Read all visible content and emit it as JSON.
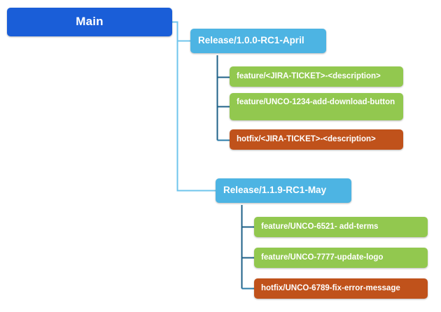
{
  "diagram": {
    "type": "branching-tree",
    "title": "Git branching strategy tree",
    "colors": {
      "root": "#1a5ed8",
      "release": "#4db4e3",
      "feature": "#92c84f",
      "hotfix": "#c0521b",
      "link_light": "#6fc5ec",
      "link_dark": "#1f6288",
      "background": "#ffffff",
      "text": "#ffffff"
    },
    "root": {
      "label": "Main"
    },
    "branches": [
      {
        "label": "Release/1.0.0-RC1-April",
        "children": [
          {
            "label": "feature/<JIRA-TICKET>-<description>",
            "kind": "feature"
          },
          {
            "label": "feature/UNCO-1234-add-download-button",
            "kind": "feature"
          },
          {
            "label": "hotfix/<JIRA-TICKET>-<description>",
            "kind": "hotfix"
          }
        ]
      },
      {
        "label": "Release/1.1.9-RC1-May",
        "children": [
          {
            "label": "feature/UNCO-6521- add-terms",
            "kind": "feature"
          },
          {
            "label": "feature/UNCO-7777-update-logo",
            "kind": "feature"
          },
          {
            "label": "hotfix/UNCO-6789-fix-error-message",
            "kind": "hotfix"
          }
        ]
      }
    ]
  }
}
